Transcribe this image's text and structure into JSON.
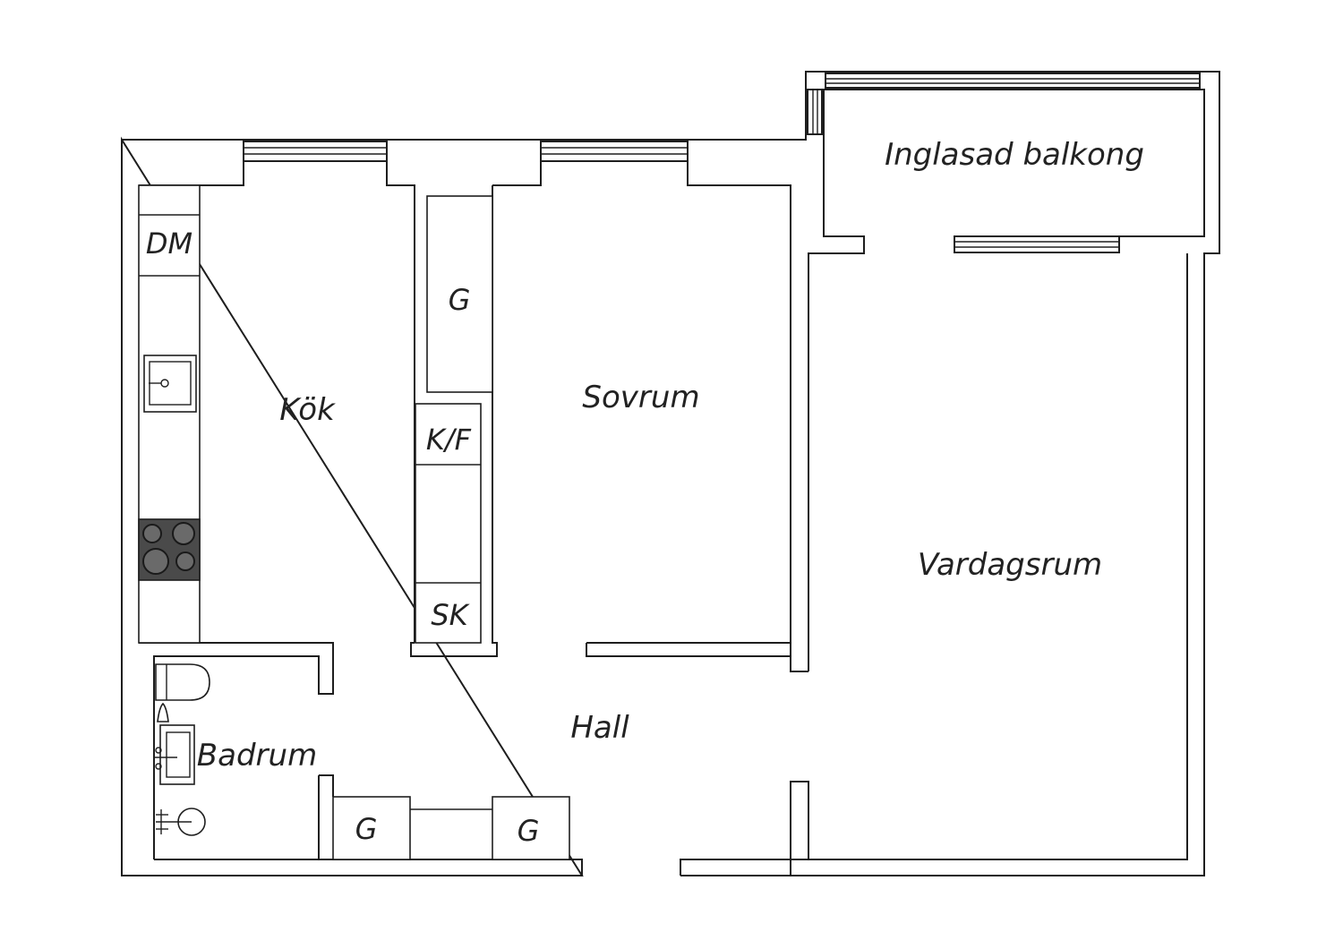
{
  "rooms": {
    "balcony": "Inglasad balkong",
    "kitchen": "Kök",
    "bedroom": "Sovrum",
    "living": "Vardagsrum",
    "hall": "Hall",
    "bathroom": "Badrum"
  },
  "fixtures": {
    "dishwasher": "DM",
    "wardrobe_bedroom": "G",
    "fridge_freezer": "K/F",
    "cabinet": "SK",
    "wardrobe_hall_left": "G",
    "wardrobe_hall_right": "G"
  },
  "colors": {
    "wall": "#1e1e1e",
    "hob": "#4a4a4a",
    "background": "#ffffff"
  }
}
